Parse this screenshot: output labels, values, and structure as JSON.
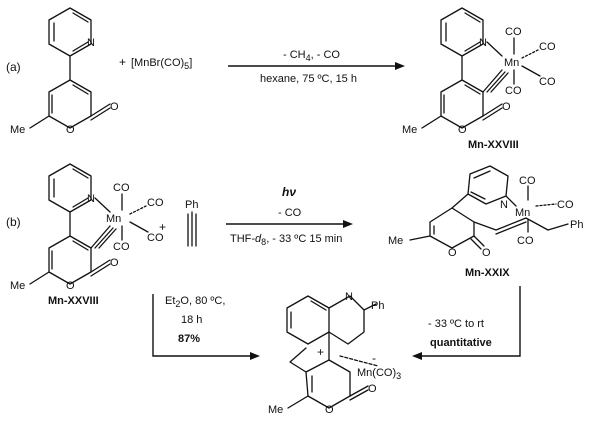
{
  "section_a": {
    "label": "(a)",
    "plus": "+",
    "reagent_mn": "[MnBr(CO)",
    "reagent_mn_sub": "5",
    "reagent_mn_close": "]",
    "arrow_top_1": "- CH",
    "arrow_top_sub": "4",
    "arrow_top_2": ", - CO",
    "arrow_bottom": "hexane, 75 ºC, 15 h",
    "product_prefix": "Mn-",
    "product_roman": "XXVIII"
  },
  "section_b": {
    "label": "(b)",
    "plus": "+",
    "alkyne_sub": "Ph",
    "start_prefix": "Mn-",
    "start_roman": "XXVIII",
    "arrow_top_symbol": "hν",
    "arrow_top_2": "- CO",
    "arrow_bottom_1": "THF-",
    "arrow_bottom_d": "d",
    "arrow_bottom_sub": "8",
    "arrow_bottom_2": ", - 33 ºC 15 min",
    "product_prefix": "Mn-",
    "product_roman": "XXIX",
    "left_cond_1a": "Et",
    "left_cond_1sub": "2",
    "left_cond_1b": "O, 80 ºC,",
    "left_cond_2": "18 h",
    "left_cond_yield": "87%",
    "right_cond_1": "- 33 ºC to rt",
    "right_cond_2": "quantitative"
  },
  "atoms": {
    "N": "N",
    "O": "O",
    "Mn": "Mn",
    "CO": "CO",
    "Me": "Me",
    "Ph": "Ph",
    "plus_charge": "+",
    "minus_charge": "-",
    "mn_co3_a": "Mn(CO)",
    "mn_co3_sub": "3"
  }
}
